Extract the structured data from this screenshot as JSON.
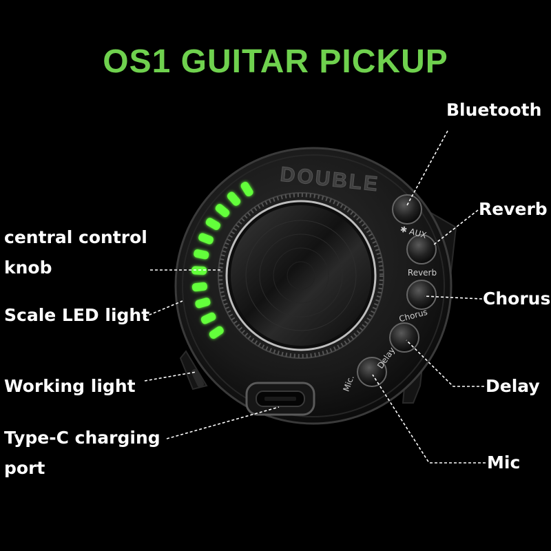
{
  "title": "OS1 GUITAR PICKUP",
  "colors": {
    "title": "#6fd14e",
    "led": "#63ff3a",
    "label": "#ffffff",
    "body": "#1b1b1b"
  },
  "device": {
    "brand_mark": "DOUBLE",
    "led_count": 11,
    "buttons": [
      {
        "name": "bluetooth-button",
        "label": "✱ AUX"
      },
      {
        "name": "reverb-button",
        "label": "Reverb"
      },
      {
        "name": "chorus-button",
        "label": "Chorus"
      },
      {
        "name": "delay-button",
        "label": "Delay"
      },
      {
        "name": "mic-button",
        "label": "Mic."
      }
    ]
  },
  "callouts": {
    "central_knob_line1": "central control",
    "central_knob_line2": "knob",
    "scale_led": "Scale LED light",
    "working_light": "Working light",
    "typec_line1": "Type-C charging",
    "typec_line2": "port",
    "bluetooth": "Bluetooth",
    "reverb": "Reverb",
    "chorus": "Chorus",
    "delay": "Delay",
    "mic": "Mic"
  }
}
